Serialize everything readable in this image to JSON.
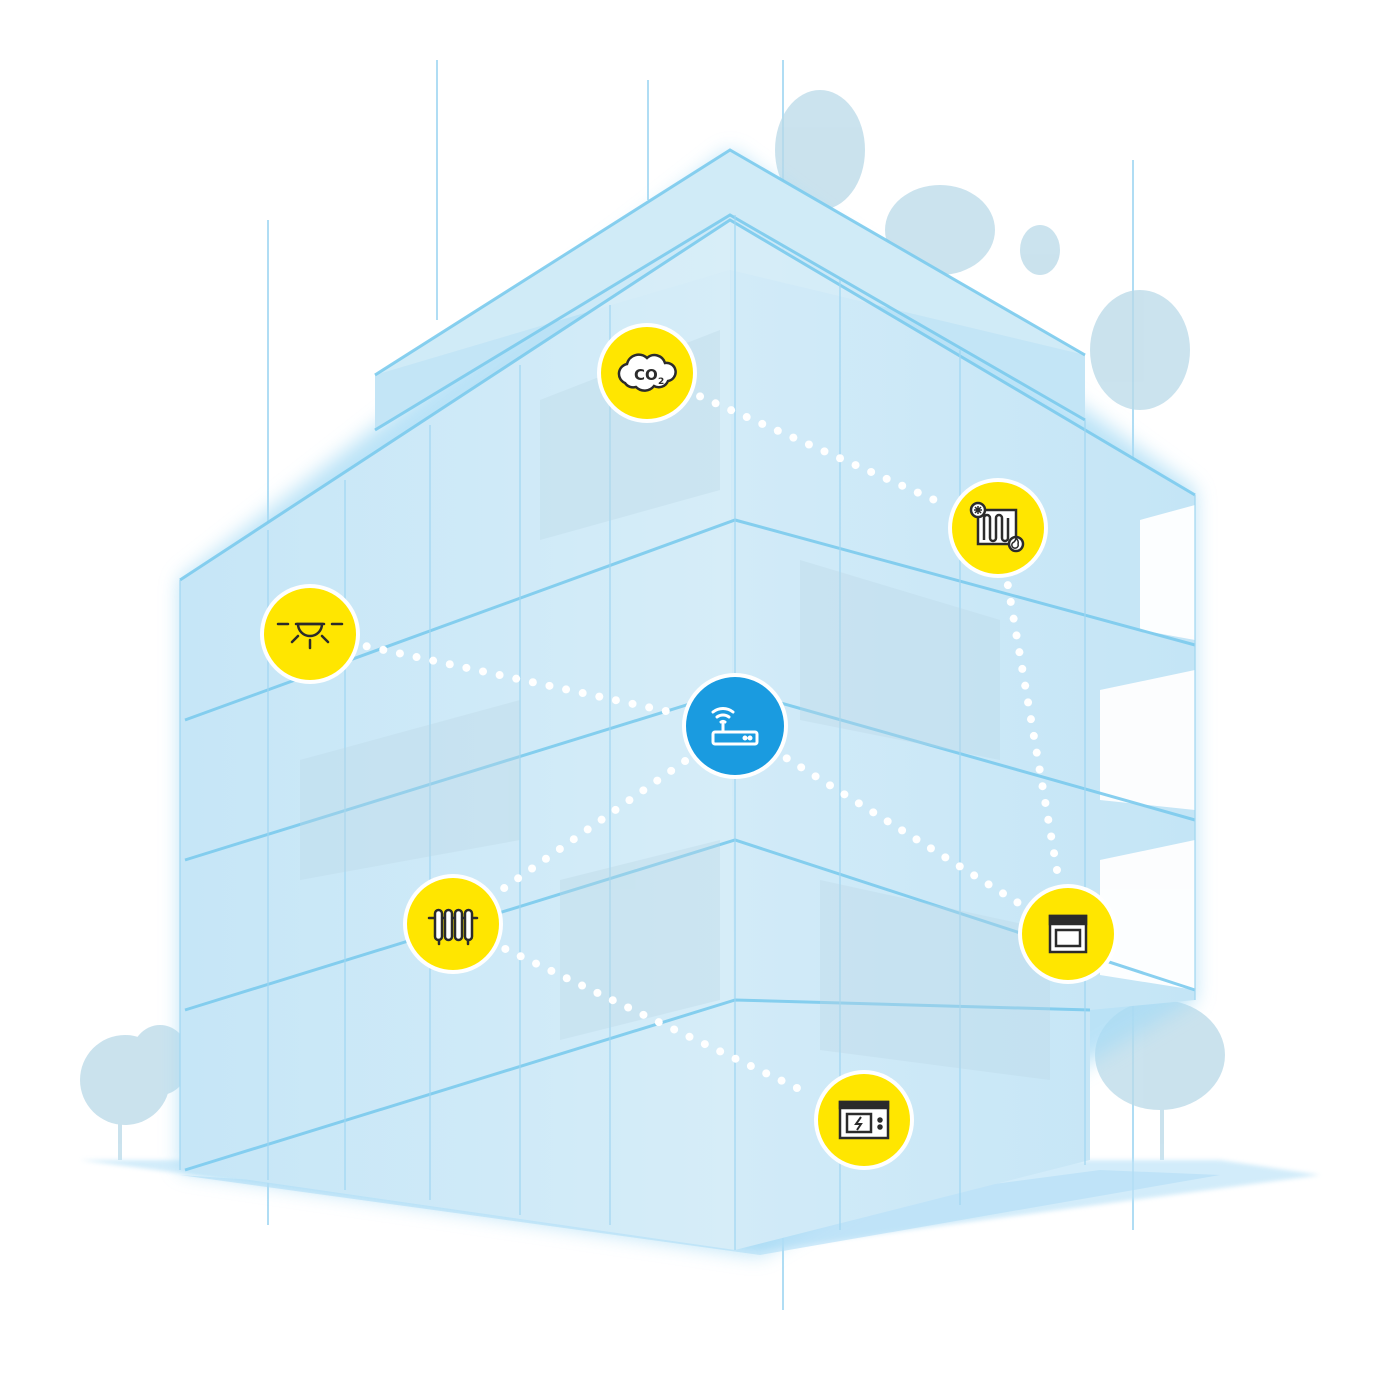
{
  "diagram": {
    "hub": {
      "icon": "wifi-router-icon",
      "color": "#1a9be0"
    },
    "nodes": [
      {
        "id": "co2",
        "icon": "co2-sensor-icon",
        "label_main": "CO",
        "label_sub": "2"
      },
      {
        "id": "heatpump",
        "icon": "heating-cooling-icon"
      },
      {
        "id": "light",
        "icon": "ceiling-light-icon"
      },
      {
        "id": "radiator",
        "icon": "radiator-icon"
      },
      {
        "id": "blind",
        "icon": "window-blind-icon"
      },
      {
        "id": "meter",
        "icon": "electric-meter-icon"
      }
    ],
    "connections": [
      [
        "co2",
        "heatpump"
      ],
      [
        "heatpump",
        "blind"
      ],
      [
        "light",
        "hub"
      ],
      [
        "hub",
        "radiator"
      ],
      [
        "hub",
        "blind"
      ],
      [
        "radiator",
        "meter"
      ]
    ],
    "colors": {
      "node_fill": "#ffe600",
      "node_border": "#ffffff",
      "icon_stroke": "#2b2b2b",
      "hub_fill": "#1a9be0",
      "building_glass": "#cfe9f7",
      "building_edge": "#6fc3ec",
      "ground": "#bfe4f8",
      "connector_dots": "#ffffff"
    }
  }
}
